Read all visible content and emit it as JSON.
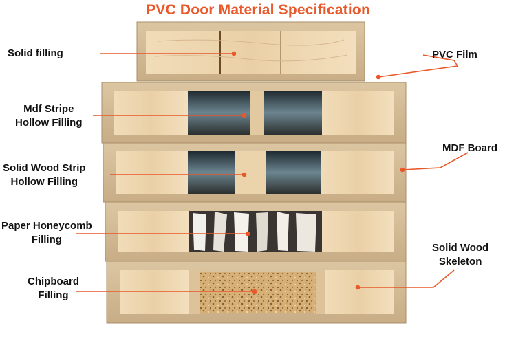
{
  "title": "PVC Door Material Specification",
  "accent_color": "#e8582a",
  "labels": {
    "solid_filling": [
      "Solid filling"
    ],
    "mdf_stripe": [
      "Mdf Stripe",
      "Hollow Filling"
    ],
    "solid_wood_strip": [
      "Solid Wood Strip",
      "Hollow Filling"
    ],
    "paper_honeycomb": [
      "Paper Honeycomb",
      "Filling"
    ],
    "chipboard": [
      "Chipboard",
      "Filling"
    ],
    "pvc_film": [
      "PVC Film"
    ],
    "mdf_board": [
      "MDF Board"
    ],
    "solid_wood_skeleton": [
      "Solid Wood",
      "Skeleton"
    ]
  }
}
